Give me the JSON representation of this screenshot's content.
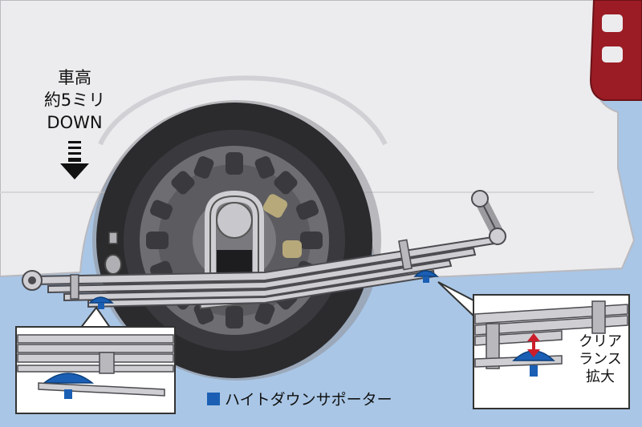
{
  "annotations": {
    "height_line1": "車高",
    "height_line2": "約5ミリ",
    "height_line3": "DOWN",
    "clearance_line1": "クリア",
    "clearance_line2": "ランス",
    "clearance_line3": "拡大"
  },
  "legend": {
    "label": "ハイトダウンサポーター",
    "swatch_color": "#1a5fb4"
  },
  "colors": {
    "sky": "#a9c6e6",
    "body": "#ececee",
    "tire": "#2b2b2e",
    "wheel": "#6e6e72",
    "spring": "#cfcfd3",
    "tail_light": "#9b1c24",
    "support": "#1a5fb4",
    "arrow_red": "#cc1e2a"
  }
}
